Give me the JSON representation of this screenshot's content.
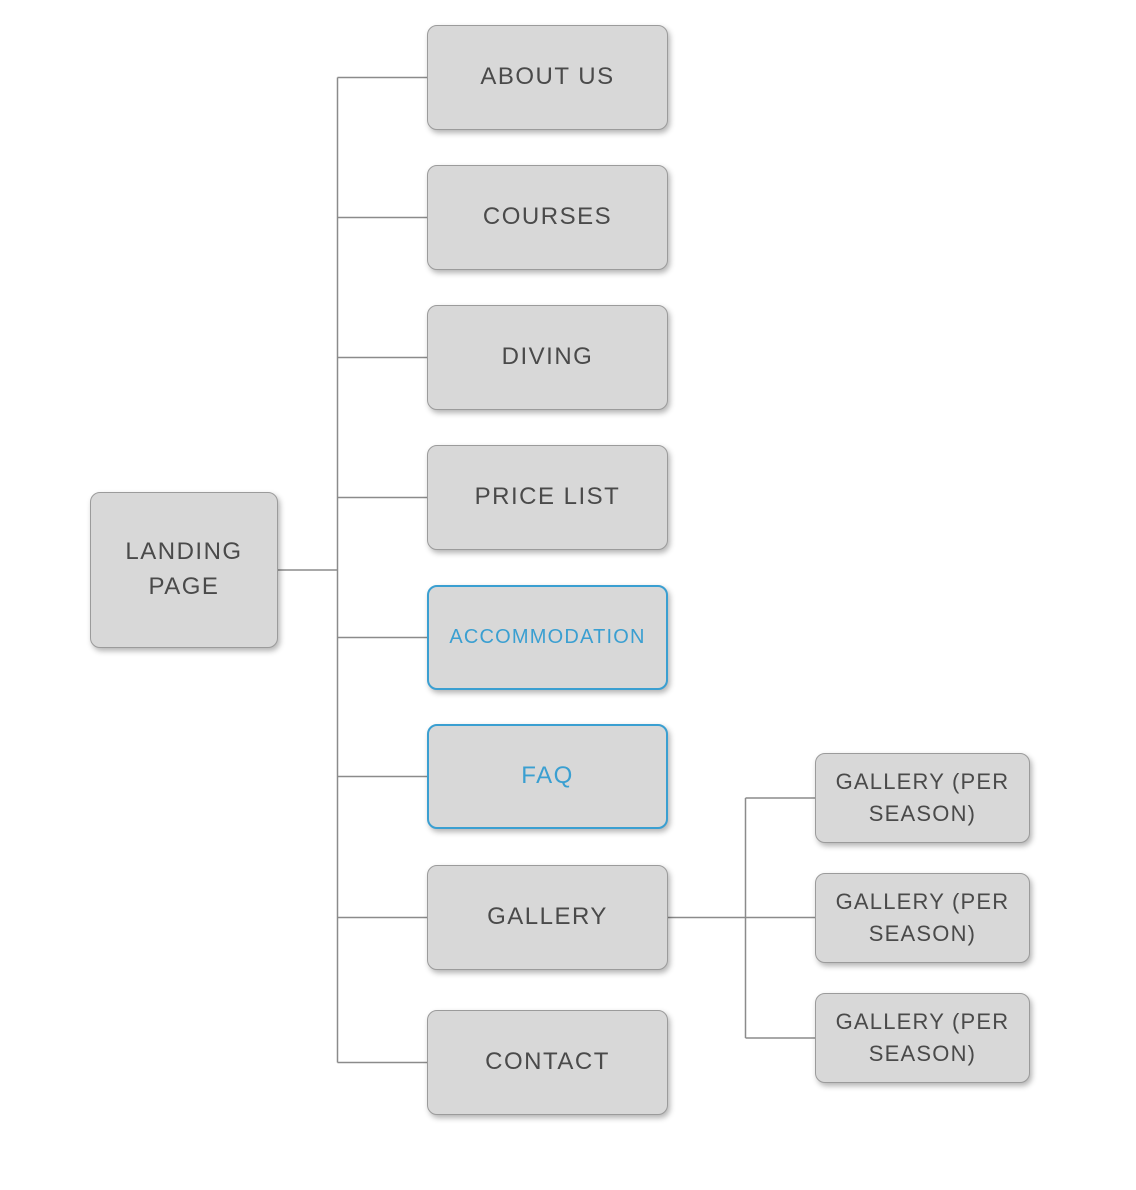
{
  "colors": {
    "accent_blue": "#3a9fd1",
    "box_fill": "#d8d8d8",
    "box_border": "#9b9b9b",
    "box_text": "#4a4a4a",
    "connector_gray": "#8b8b8b"
  },
  "sitemap": {
    "root": {
      "label": "LANDING PAGE"
    },
    "level1": [
      {
        "label": "ABOUT US",
        "highlighted": false
      },
      {
        "label": "COURSES",
        "highlighted": false
      },
      {
        "label": "DIVING",
        "highlighted": false
      },
      {
        "label": "PRICE LIST",
        "highlighted": false
      },
      {
        "label": "ACCOMMODATION",
        "highlighted": true
      },
      {
        "label": "FAQ",
        "highlighted": true
      },
      {
        "label": "GALLERY",
        "highlighted": false
      },
      {
        "label": "CONTACT",
        "highlighted": false
      }
    ],
    "gallery_children": [
      {
        "label": "GALLERY (PER SEASON)"
      },
      {
        "label": "GALLERY (PER SEASON)"
      },
      {
        "label": "GALLERY (PER SEASON)"
      }
    ]
  }
}
